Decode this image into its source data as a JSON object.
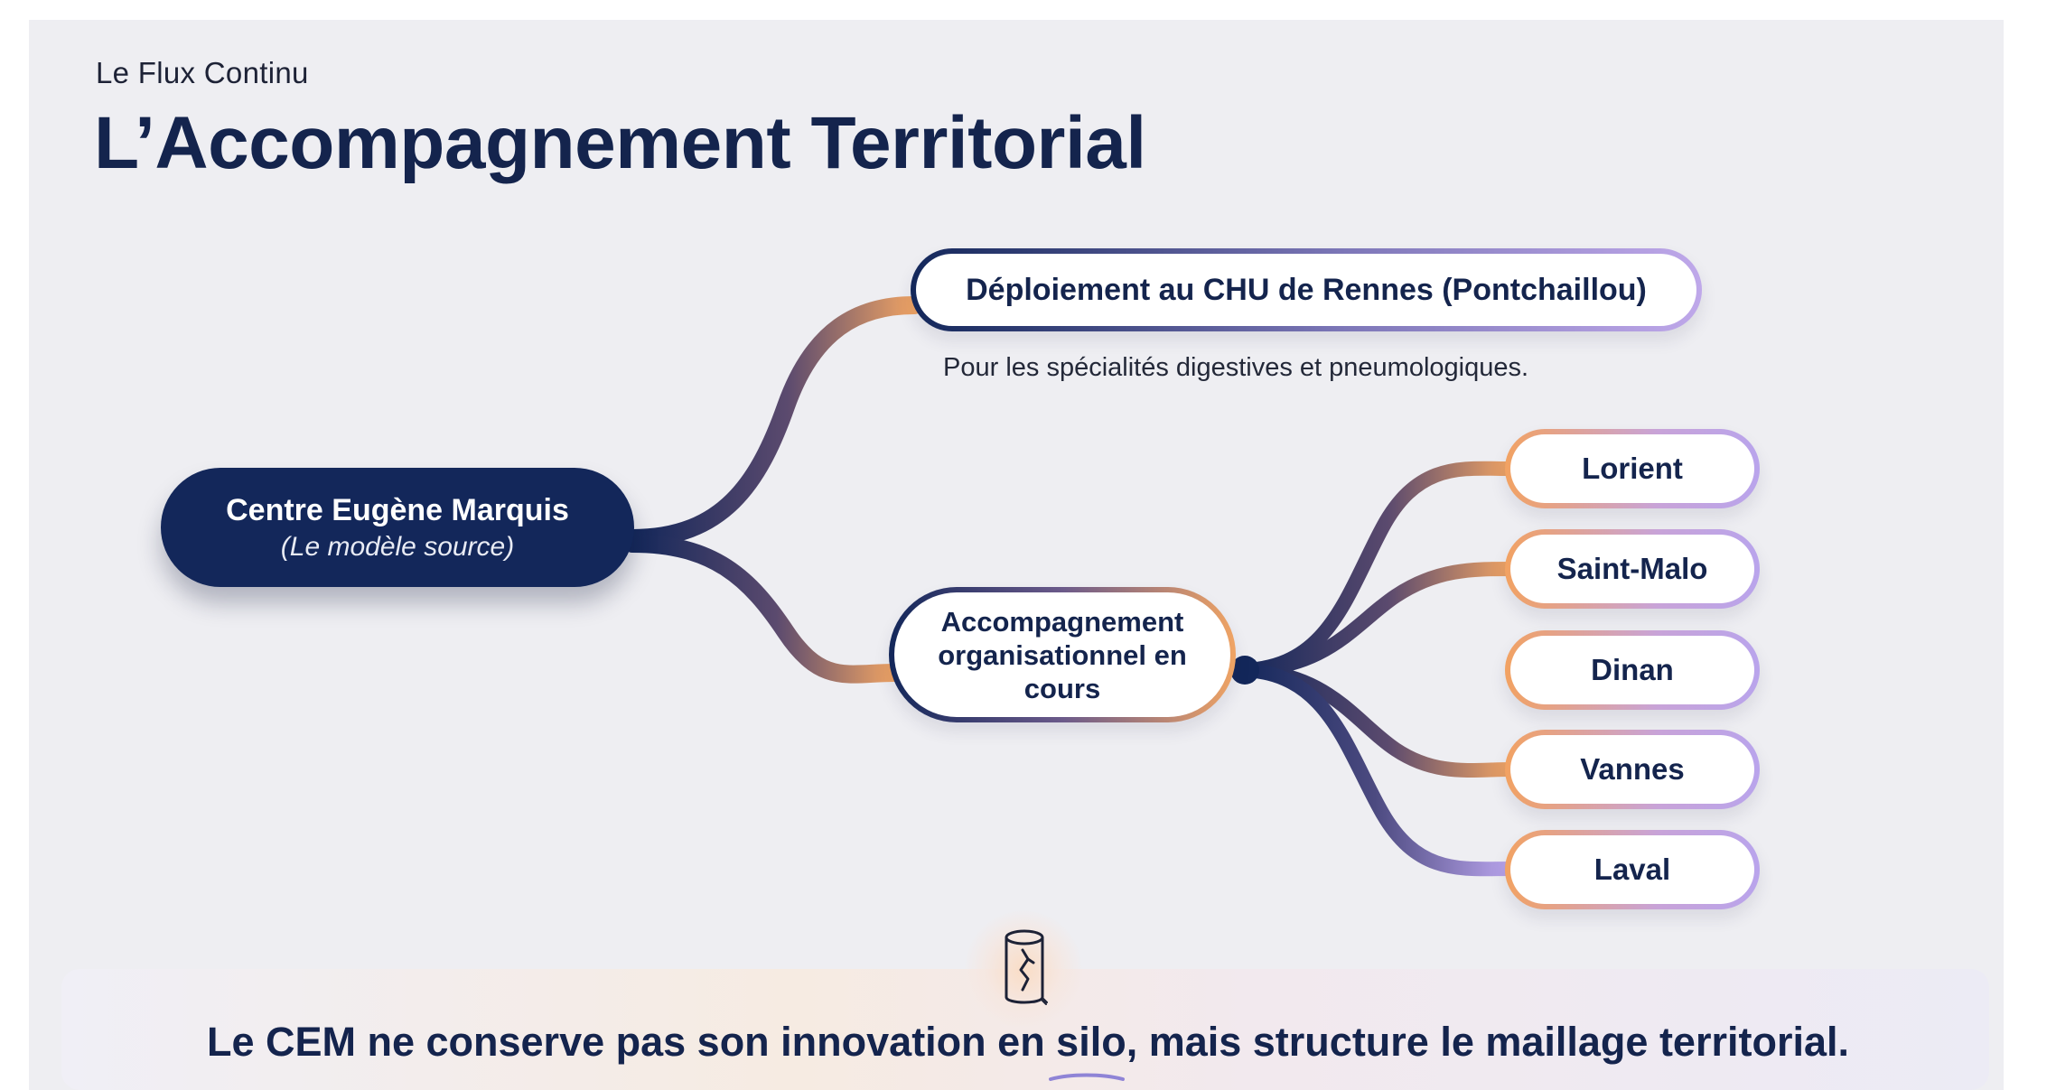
{
  "header": {
    "eyebrow": "Le Flux Continu",
    "title": "L’Accompagnement Territorial"
  },
  "mindmap": {
    "root": {
      "label": "Centre Eugène Marquis",
      "sublabel": "(Le modèle source)"
    },
    "branches": {
      "chu": {
        "label": "Déploiement au CHU de Rennes (Pontchaillou)",
        "description": "Pour les spécialités digestives et pneumologiques."
      },
      "accompagnement": {
        "line1": "Accompagnement",
        "line2": "organisationnel en",
        "line3": "cours"
      }
    },
    "cities": [
      "Lorient",
      "Saint-Malo",
      "Dinan",
      "Vannes",
      "Laval"
    ]
  },
  "banner": {
    "text": "Le CEM ne conserve pas son innovation en silo, mais structure le maillage territorial.",
    "icon": "cracked-silo-icon"
  },
  "colors": {
    "navy": "#13275a",
    "orange": "#f0a464",
    "lavender": "#b9a4ec",
    "background": "#eeeef2"
  }
}
